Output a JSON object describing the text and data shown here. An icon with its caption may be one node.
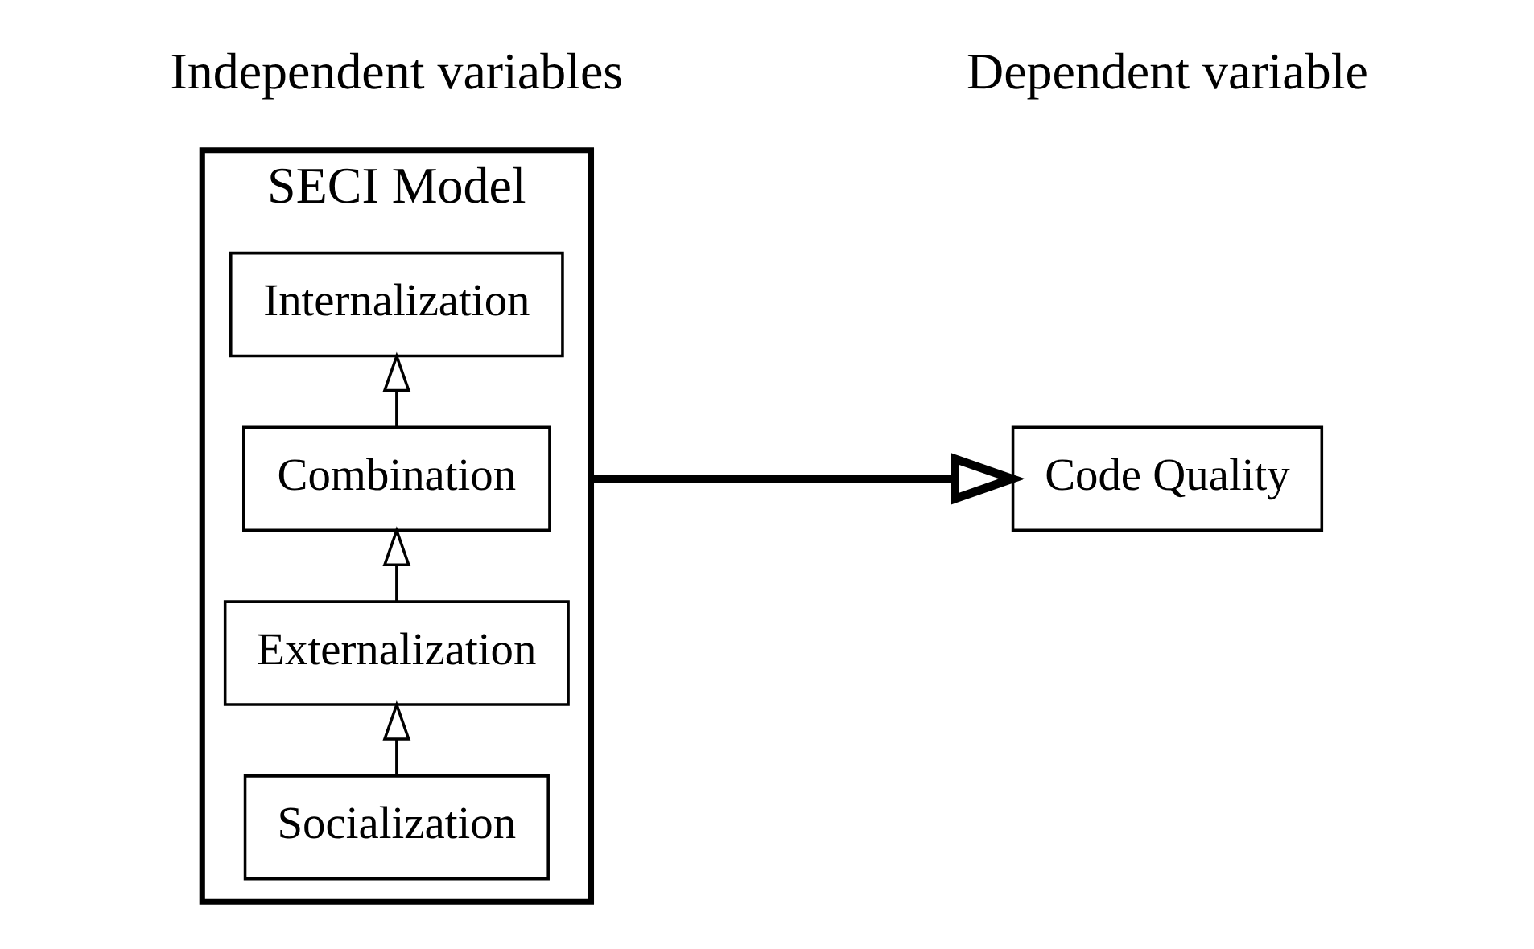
{
  "diagram": {
    "nodes": [
      {
        "text": [
          "SECI Model"
        ]
      },
      {
        "text": [
          "Socialization"
        ],
        "in": 0
      },
      {
        "text": [
          "Externalization"
        ],
        "in": 0
      },
      {
        "text": [
          "Combination"
        ],
        "in": 0
      },
      {
        "text": [
          "Internalization"
        ],
        "in": 0
      },
      {
        "text": [
          "Code Quality"
        ]
      }
    ],
    "edges": [
      {
        "from": 1,
        "to": 2,
        "arrow": "to"
      },
      {
        "from": 2,
        "to": 3,
        "arrow": "to"
      },
      {
        "from": 3,
        "to": 4,
        "arrow": "to"
      },
      {
        "from": 0,
        "to": 5,
        "arrow": "to",
        "style": "thick"
      }
    ],
    "labels": [
      "Independent variables",
      "Dependent variable"
    ]
  }
}
